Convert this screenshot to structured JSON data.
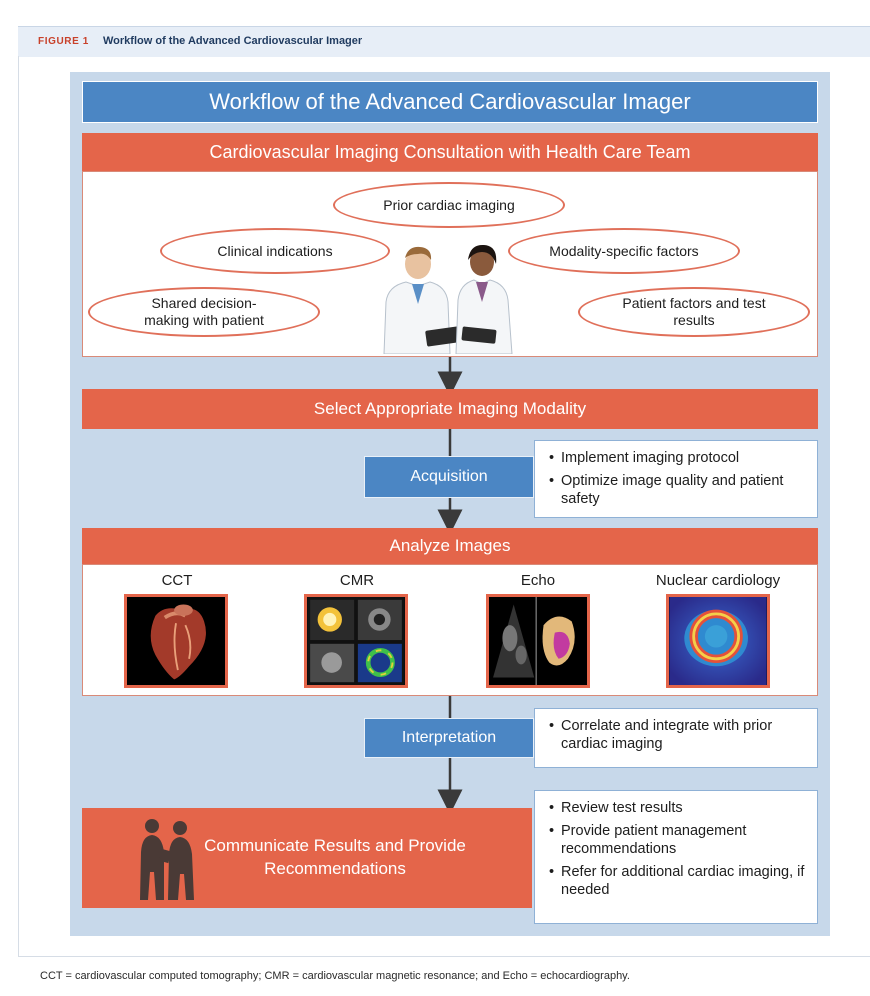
{
  "figure": {
    "label": "FIGURE 1",
    "title": "Workflow of the Advanced Cardiovascular Imager"
  },
  "diagram": {
    "title": "Workflow of the Advanced Cardiovascular Imager",
    "consultation": {
      "header": "Cardiovascular Imaging Consultation with Health Care Team",
      "factors": [
        "Prior cardiac imaging",
        "Clinical indications",
        "Modality-specific factors",
        "Shared decision-making with patient",
        "Patient factors and test results"
      ]
    },
    "select": {
      "header": "Select Appropriate Imaging Modality"
    },
    "acquisition": {
      "label": "Acquisition",
      "items": [
        "Implement imaging protocol",
        "Optimize image quality and patient safety"
      ]
    },
    "analyze": {
      "header": "Analyze Images",
      "modalities": [
        "CCT",
        "CMR",
        "Echo",
        "Nuclear cardiology"
      ]
    },
    "interpretation": {
      "label": "Interpretation",
      "items": [
        "Correlate and integrate with prior cardiac imaging"
      ]
    },
    "communicate": {
      "label": "Communicate Results and Provide Recommendations",
      "items": [
        "Review test results",
        "Provide patient management recommendations",
        "Refer for additional cardiac imaging, if needed"
      ]
    }
  },
  "footnote": "CCT = cardiovascular computed tomography; CMR = cardiovascular magnetic resonance; and Echo = echocardiography.",
  "colors": {
    "orange": "#e4654a",
    "blue": "#4b86c4",
    "panel": "#c7d8ea",
    "arrow": "#3a3a3a"
  }
}
